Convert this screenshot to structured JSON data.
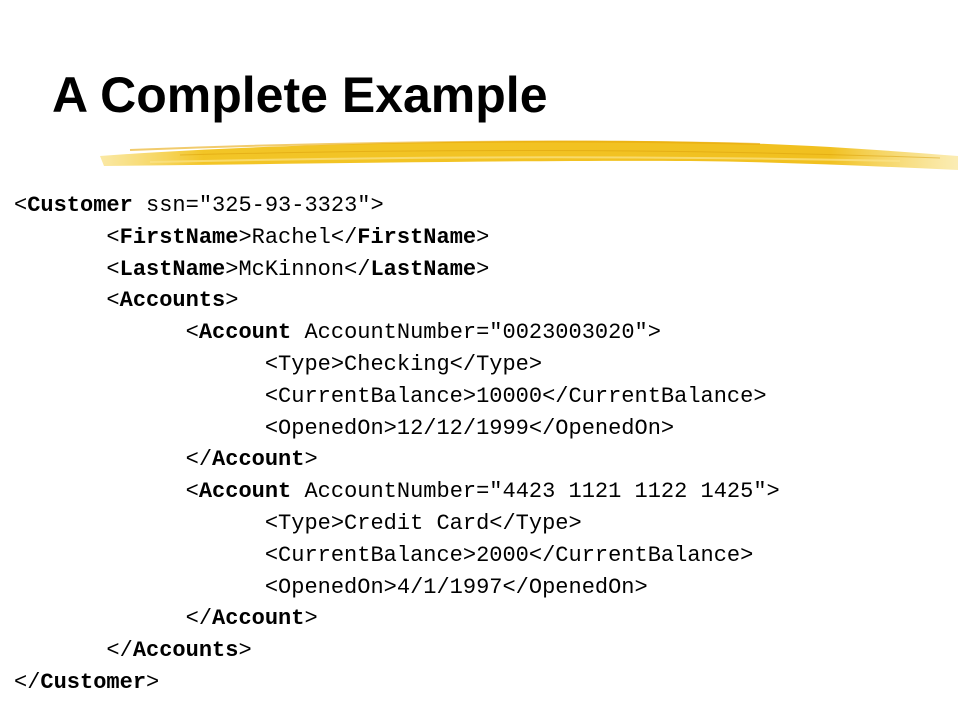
{
  "slide": {
    "title": "A Complete Example",
    "accent_color": "#f2c21b"
  },
  "code": {
    "lines": [
      {
        "indent": "",
        "parts": [
          {
            "t": "<",
            "b": false
          },
          {
            "t": "Customer",
            "b": true
          },
          {
            "t": " ssn=\"325-93-3323\">",
            "b": false
          }
        ]
      },
      {
        "indent": "       ",
        "parts": [
          {
            "t": "<",
            "b": false
          },
          {
            "t": "FirstName",
            "b": true
          },
          {
            "t": ">Rachel</",
            "b": false
          },
          {
            "t": "FirstName",
            "b": true
          },
          {
            "t": ">",
            "b": false
          }
        ]
      },
      {
        "indent": "       ",
        "parts": [
          {
            "t": "<",
            "b": false
          },
          {
            "t": "LastName",
            "b": true
          },
          {
            "t": ">McKinnon</",
            "b": false
          },
          {
            "t": "LastName",
            "b": true
          },
          {
            "t": ">",
            "b": false
          }
        ]
      },
      {
        "indent": "       ",
        "parts": [
          {
            "t": "<",
            "b": false
          },
          {
            "t": "Accounts",
            "b": true
          },
          {
            "t": ">",
            "b": false
          }
        ]
      },
      {
        "indent": "             ",
        "parts": [
          {
            "t": "<",
            "b": false
          },
          {
            "t": "Account",
            "b": true
          },
          {
            "t": " AccountNumber=\"0023003020\">",
            "b": false
          }
        ]
      },
      {
        "indent": "                   ",
        "parts": [
          {
            "t": "<Type>Checking</Type>",
            "b": false
          }
        ]
      },
      {
        "indent": "                   ",
        "parts": [
          {
            "t": "<CurrentBalance>10000</CurrentBalance>",
            "b": false
          }
        ]
      },
      {
        "indent": "                   ",
        "parts": [
          {
            "t": "<OpenedOn>12/12/1999</OpenedOn>",
            "b": false
          }
        ]
      },
      {
        "indent": "             ",
        "parts": [
          {
            "t": "</",
            "b": false
          },
          {
            "t": "Account",
            "b": true
          },
          {
            "t": ">",
            "b": false
          }
        ]
      },
      {
        "indent": "             ",
        "parts": [
          {
            "t": "<",
            "b": false
          },
          {
            "t": "Account",
            "b": true
          },
          {
            "t": " AccountNumber=\"4423 1121 1122 1425\">",
            "b": false
          }
        ]
      },
      {
        "indent": "                   ",
        "parts": [
          {
            "t": "<Type>Credit Card</Type>",
            "b": false
          }
        ]
      },
      {
        "indent": "                   ",
        "parts": [
          {
            "t": "<CurrentBalance>2000</CurrentBalance>",
            "b": false
          }
        ]
      },
      {
        "indent": "                   ",
        "parts": [
          {
            "t": "<OpenedOn>4/1/1997</OpenedOn>",
            "b": false
          }
        ]
      },
      {
        "indent": "             ",
        "parts": [
          {
            "t": "</",
            "b": false
          },
          {
            "t": "Account",
            "b": true
          },
          {
            "t": ">",
            "b": false
          }
        ]
      },
      {
        "indent": "       ",
        "parts": [
          {
            "t": "</",
            "b": false
          },
          {
            "t": "Accounts",
            "b": true
          },
          {
            "t": ">",
            "b": false
          }
        ]
      },
      {
        "indent": "",
        "parts": [
          {
            "t": "</",
            "b": false
          },
          {
            "t": "Customer",
            "b": true
          },
          {
            "t": ">",
            "b": false
          }
        ]
      }
    ]
  }
}
